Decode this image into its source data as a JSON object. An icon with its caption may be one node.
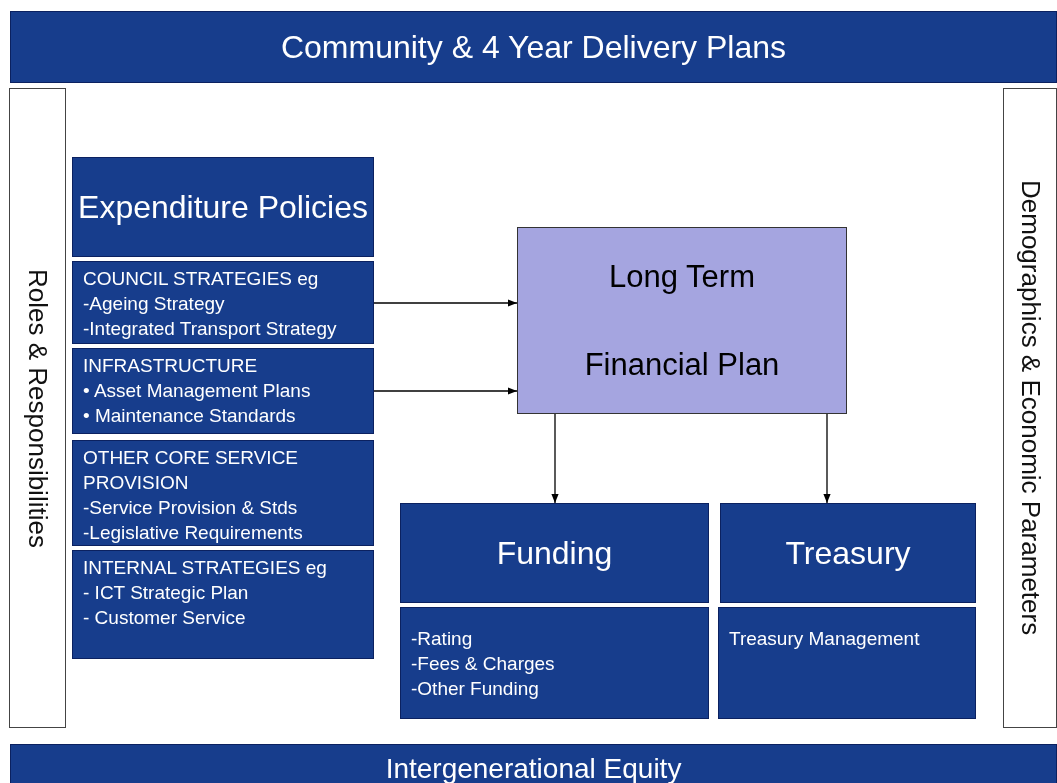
{
  "diagram": {
    "nodes": [
      {
        "text": [
          "Community & 4 Year Delivery Plans"
        ]
      },
      {
        "text": [
          "Roles & Responsibilities"
        ]
      },
      {
        "text": [
          "Demographics & Economic Parameters"
        ]
      },
      {
        "text": [
          "Expenditure Policies"
        ]
      },
      {
        "text": [
          "COUNCIL STRATEGIES eg",
          "-Ageing Strategy",
          "-Integrated Transport Strategy"
        ]
      },
      {
        "text": [
          "INFRASTRUCTURE",
          "• Asset Management Plans",
          "• Maintenance Standards"
        ]
      },
      {
        "text": [
          "OTHER CORE SERVICE PROVISION",
          "-Service Provision & Stds",
          "-Legislative Requirements"
        ]
      },
      {
        "text": [
          "INTERNAL STRATEGIES eg",
          "- ICT Strategic Plan",
          "- Customer Service"
        ]
      },
      {
        "text": [
          "Long Term Financial Plan"
        ]
      },
      {
        "text": [
          "Funding"
        ]
      },
      {
        "text": [
          "-Rating",
          "-Fees & Charges",
          "-Other Funding"
        ]
      },
      {
        "text": [
          "Treasury"
        ]
      },
      {
        "text": [
          "Treasury Management"
        ]
      },
      {
        "text": [
          "Intergenerational Equity"
        ]
      }
    ],
    "edges": [
      {
        "from": 4,
        "to": 8,
        "arrow": "to"
      },
      {
        "from": 5,
        "to": 8,
        "arrow": "to"
      },
      {
        "from": 8,
        "to": 9,
        "arrow": "to"
      },
      {
        "from": 8,
        "to": 11,
        "arrow": "to"
      }
    ]
  }
}
